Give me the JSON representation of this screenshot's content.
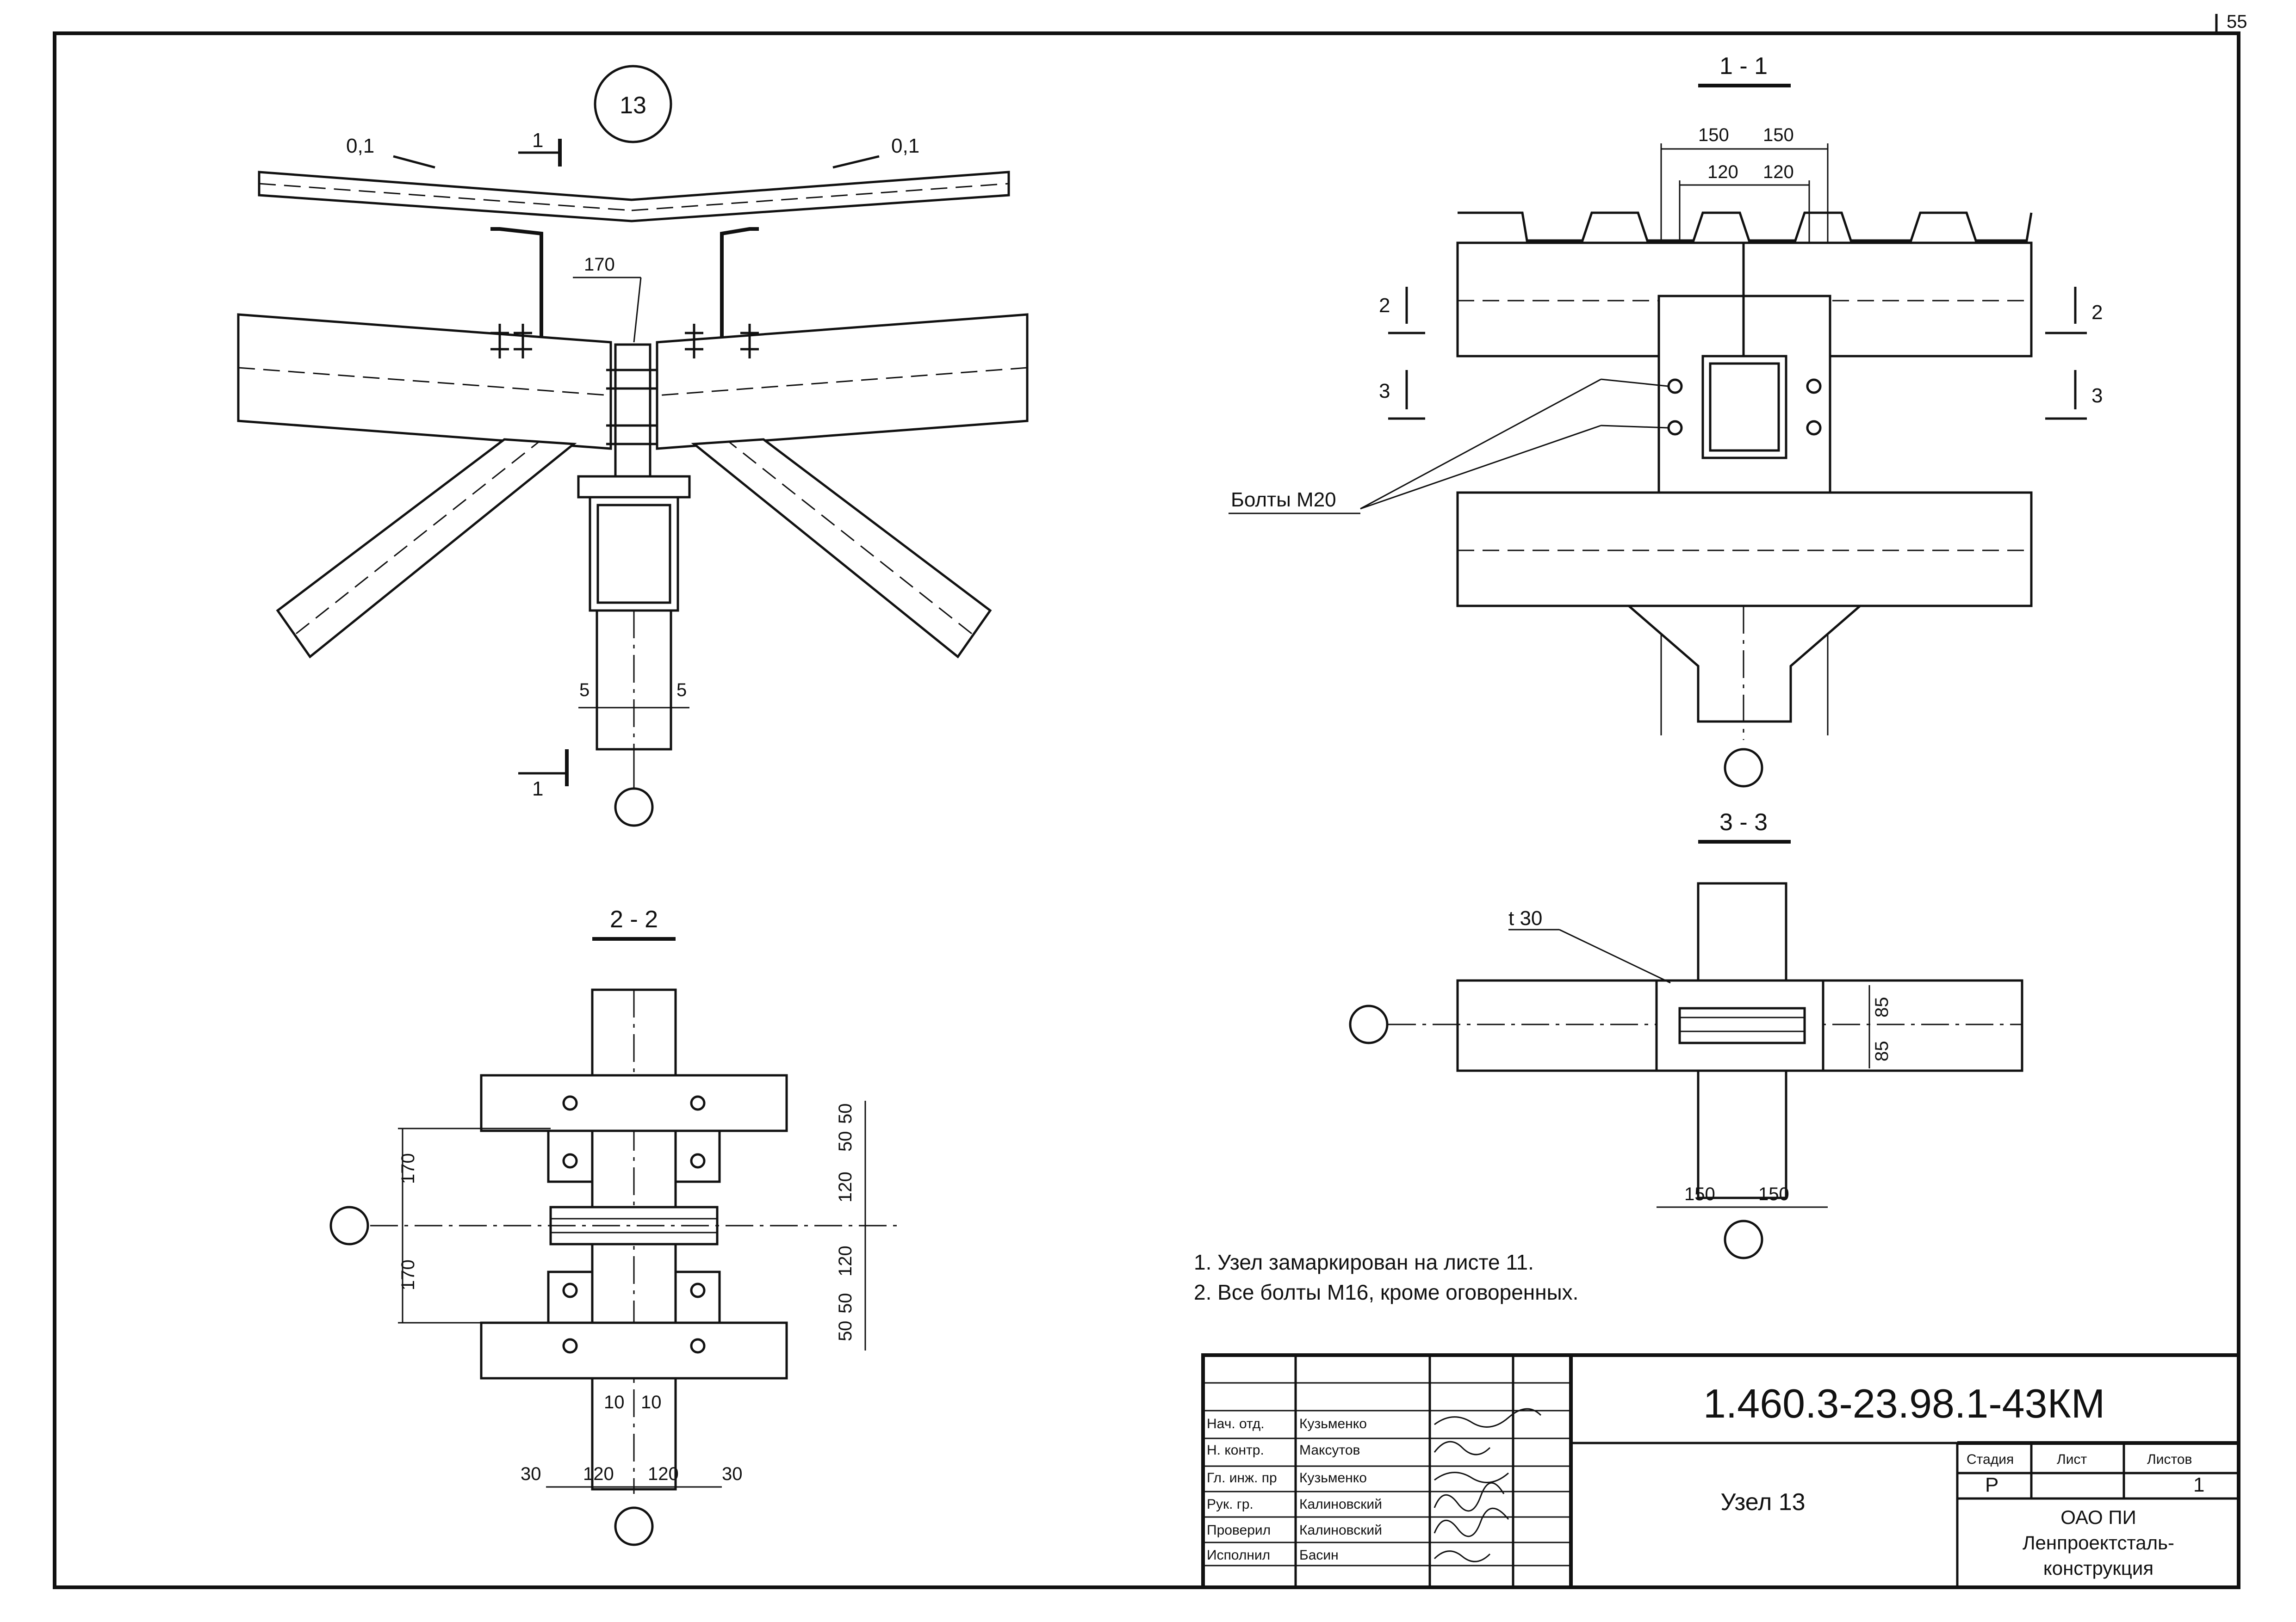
{
  "node_callout": "13",
  "main_view": {
    "slope_left": "0,1",
    "slope_right": "0,1",
    "section_mark_top": "1",
    "section_mark_bottom": "1",
    "dim_170": "170",
    "dim_5_left": "5",
    "dim_5_right": "5"
  },
  "section_1_1": {
    "title": "1 - 1",
    "dim_150_left": "150",
    "dim_150_right": "150",
    "dim_120_left": "120",
    "dim_120_right": "120",
    "cut_2_left": "2",
    "cut_2_right": "2",
    "cut_3_left": "3",
    "cut_3_right": "3",
    "bolts_label": "Болты М20"
  },
  "section_2_2": {
    "title": "2 - 2",
    "dim_170_top": "170",
    "dim_170_bottom": "170",
    "dim_50_a": "50",
    "dim_50_b": "50",
    "dim_120_a": "120",
    "dim_120_b": "120",
    "dim_50_c": "50",
    "dim_50_d": "50",
    "dim_10_left": "10",
    "dim_10_right": "10",
    "dim_30_left": "30",
    "dim_120_left": "120",
    "dim_120_right": "120",
    "dim_30_right": "30"
  },
  "section_3_3": {
    "title": "3 - 3",
    "plate_label": "t 30",
    "dim_85_top": "85",
    "dim_85_bottom": "85",
    "dim_150_left": "150",
    "dim_150_right": "150"
  },
  "notes": [
    "1. Узел замаркирован на листе 11.",
    "2. Все болты М16, кроме оговоренных."
  ],
  "title_block": {
    "code": "1.460.3-23.98.1-43КМ",
    "sheet_name": "Узел 13",
    "roles": [
      {
        "role": "Нач. отд.",
        "name": "Кузьменко"
      },
      {
        "role": "Н. контр.",
        "name": "Максутов"
      },
      {
        "role": "Гл. инж. пр",
        "name": "Кузьменко"
      },
      {
        "role": "Рук. гр.",
        "name": "Калиновский"
      },
      {
        "role": "Проверил",
        "name": "Калиновский"
      },
      {
        "role": "Исполнил",
        "name": "Басин"
      }
    ],
    "stage_header": "Стадия",
    "sheet_header": "Лист",
    "sheets_header": "Листов",
    "stage_value": "Р",
    "sheet_value": "",
    "sheets_value": "1",
    "org_line1": "ОАО ПИ",
    "org_line2": "Ленпроектсталь-",
    "org_line3": "конструкция"
  },
  "corner_mark": "55"
}
